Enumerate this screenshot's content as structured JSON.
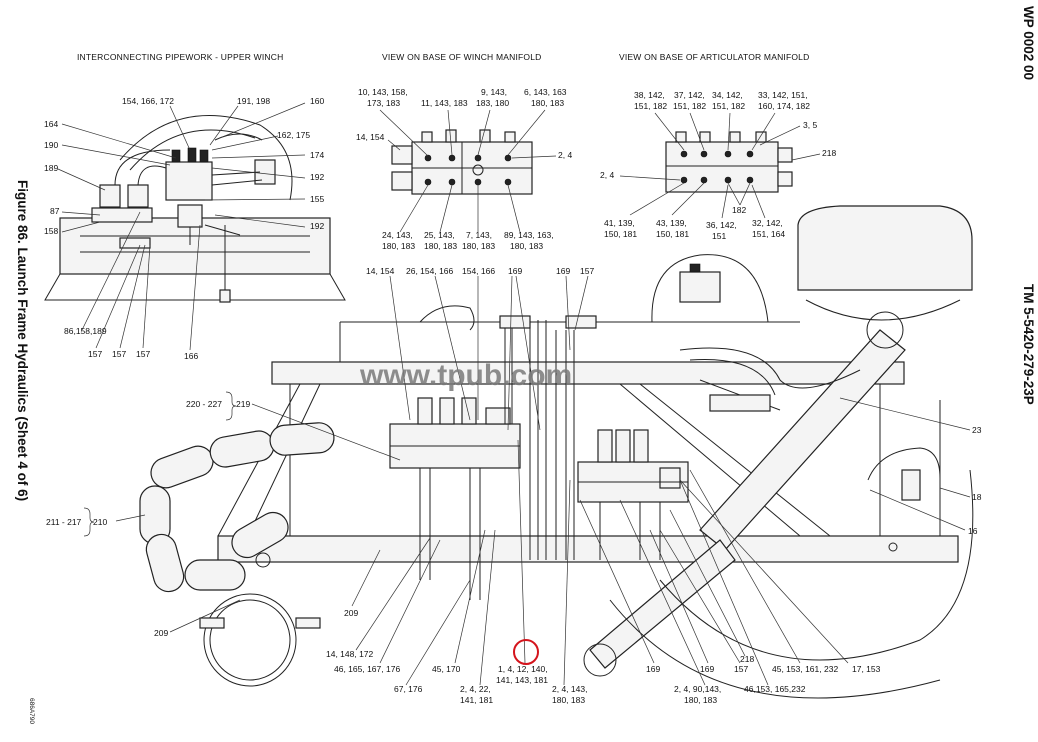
{
  "header": {
    "wp": "WP 0002 00",
    "tm": "TM 5-5420-279-23P",
    "figure_title": "Figure 86. Launch Frame Hydraulics (Sheet 4 of 6)",
    "drawing_no": "686A790"
  },
  "views": {
    "upper_winch": "INTERCONNECTING PIPEWORK - UPPER WINCH",
    "winch_manifold": "VIEW ON BASE OF WINCH MANIFOLD",
    "articulator_manifold": "VIEW ON BASE OF ARTICULATOR MANIFOLD"
  },
  "watermark": "www.tpub.com",
  "labels": {
    "l1": "154, 166, 172",
    "l2": "191, 198",
    "l3": "160",
    "l4": "164",
    "l5": "162, 175",
    "l6": "190",
    "l7": "174",
    "l8": "189",
    "l9": "192",
    "l10": "87",
    "l11": "155",
    "l12": "158",
    "l13": "192",
    "l14": "86,158,189",
    "l15": "157",
    "l16": "157",
    "l17": "157",
    "l18": "166",
    "w1a": "10, 143, 158,",
    "w1b": "173, 183",
    "w2": "11, 143, 183",
    "w3a": "9, 143,",
    "w3b": "183, 180",
    "w4a": "6, 143, 163",
    "w4b": "180, 183",
    "w5": "14, 154",
    "w6": "2, 4",
    "w7a": "24, 143,",
    "w7b": "180, 183",
    "w8a": "25, 143,",
    "w8b": "180, 183",
    "w9a": "7, 143,",
    "w9b": "180, 183",
    "w10a": "89, 143, 163,",
    "w10b": "180, 183",
    "a1a": "38, 142,",
    "a1b": "151, 182",
    "a2a": "37, 142,",
    "a2b": "151, 182",
    "a3a": "34, 142,",
    "a3b": "151, 182",
    "a4a": "33, 142, 151,",
    "a4b": "160, 174, 182",
    "a5": "3, 5",
    "a6": "218",
    "a7": "2, 4",
    "a8a": "41, 139,",
    "a8b": "150, 181",
    "a9a": "43, 139,",
    "a9b": "150, 181",
    "a10": "182",
    "a11a": "36, 142,",
    "a11b": "151",
    "a12a": "32, 142,",
    "a12b": "151, 164",
    "m1": "14, 154",
    "m2": "26, 154, 166",
    "m3": "154, 166",
    "m4": "169",
    "m5": "169",
    "m6": "157",
    "m7": "220 - 227",
    "m8": "219",
    "m9": "211 - 217",
    "m10": "210",
    "m11": "209",
    "m12": "209",
    "m13": "23",
    "m14": "18",
    "m15": "16",
    "b1": "14, 148, 172",
    "b2": "46, 165, 167, 176",
    "b3": "67, 176",
    "b4": "45, 170",
    "b5a": "2, 4, 22,",
    "b5b": "141, 181",
    "b6a": "1, 4, 12, 140,",
    "b6b": "141, 143, 181",
    "b7a": "2, 4, 143,",
    "b7b": "180, 183",
    "b8": "169",
    "b9a": "2, 4, 90,143,",
    "b9b": "180, 183",
    "b10": "169",
    "b11": "157",
    "b12": "218",
    "b13": "46,153, 165,232",
    "b14": "45, 153, 161, 232",
    "b15": "17, 153"
  }
}
